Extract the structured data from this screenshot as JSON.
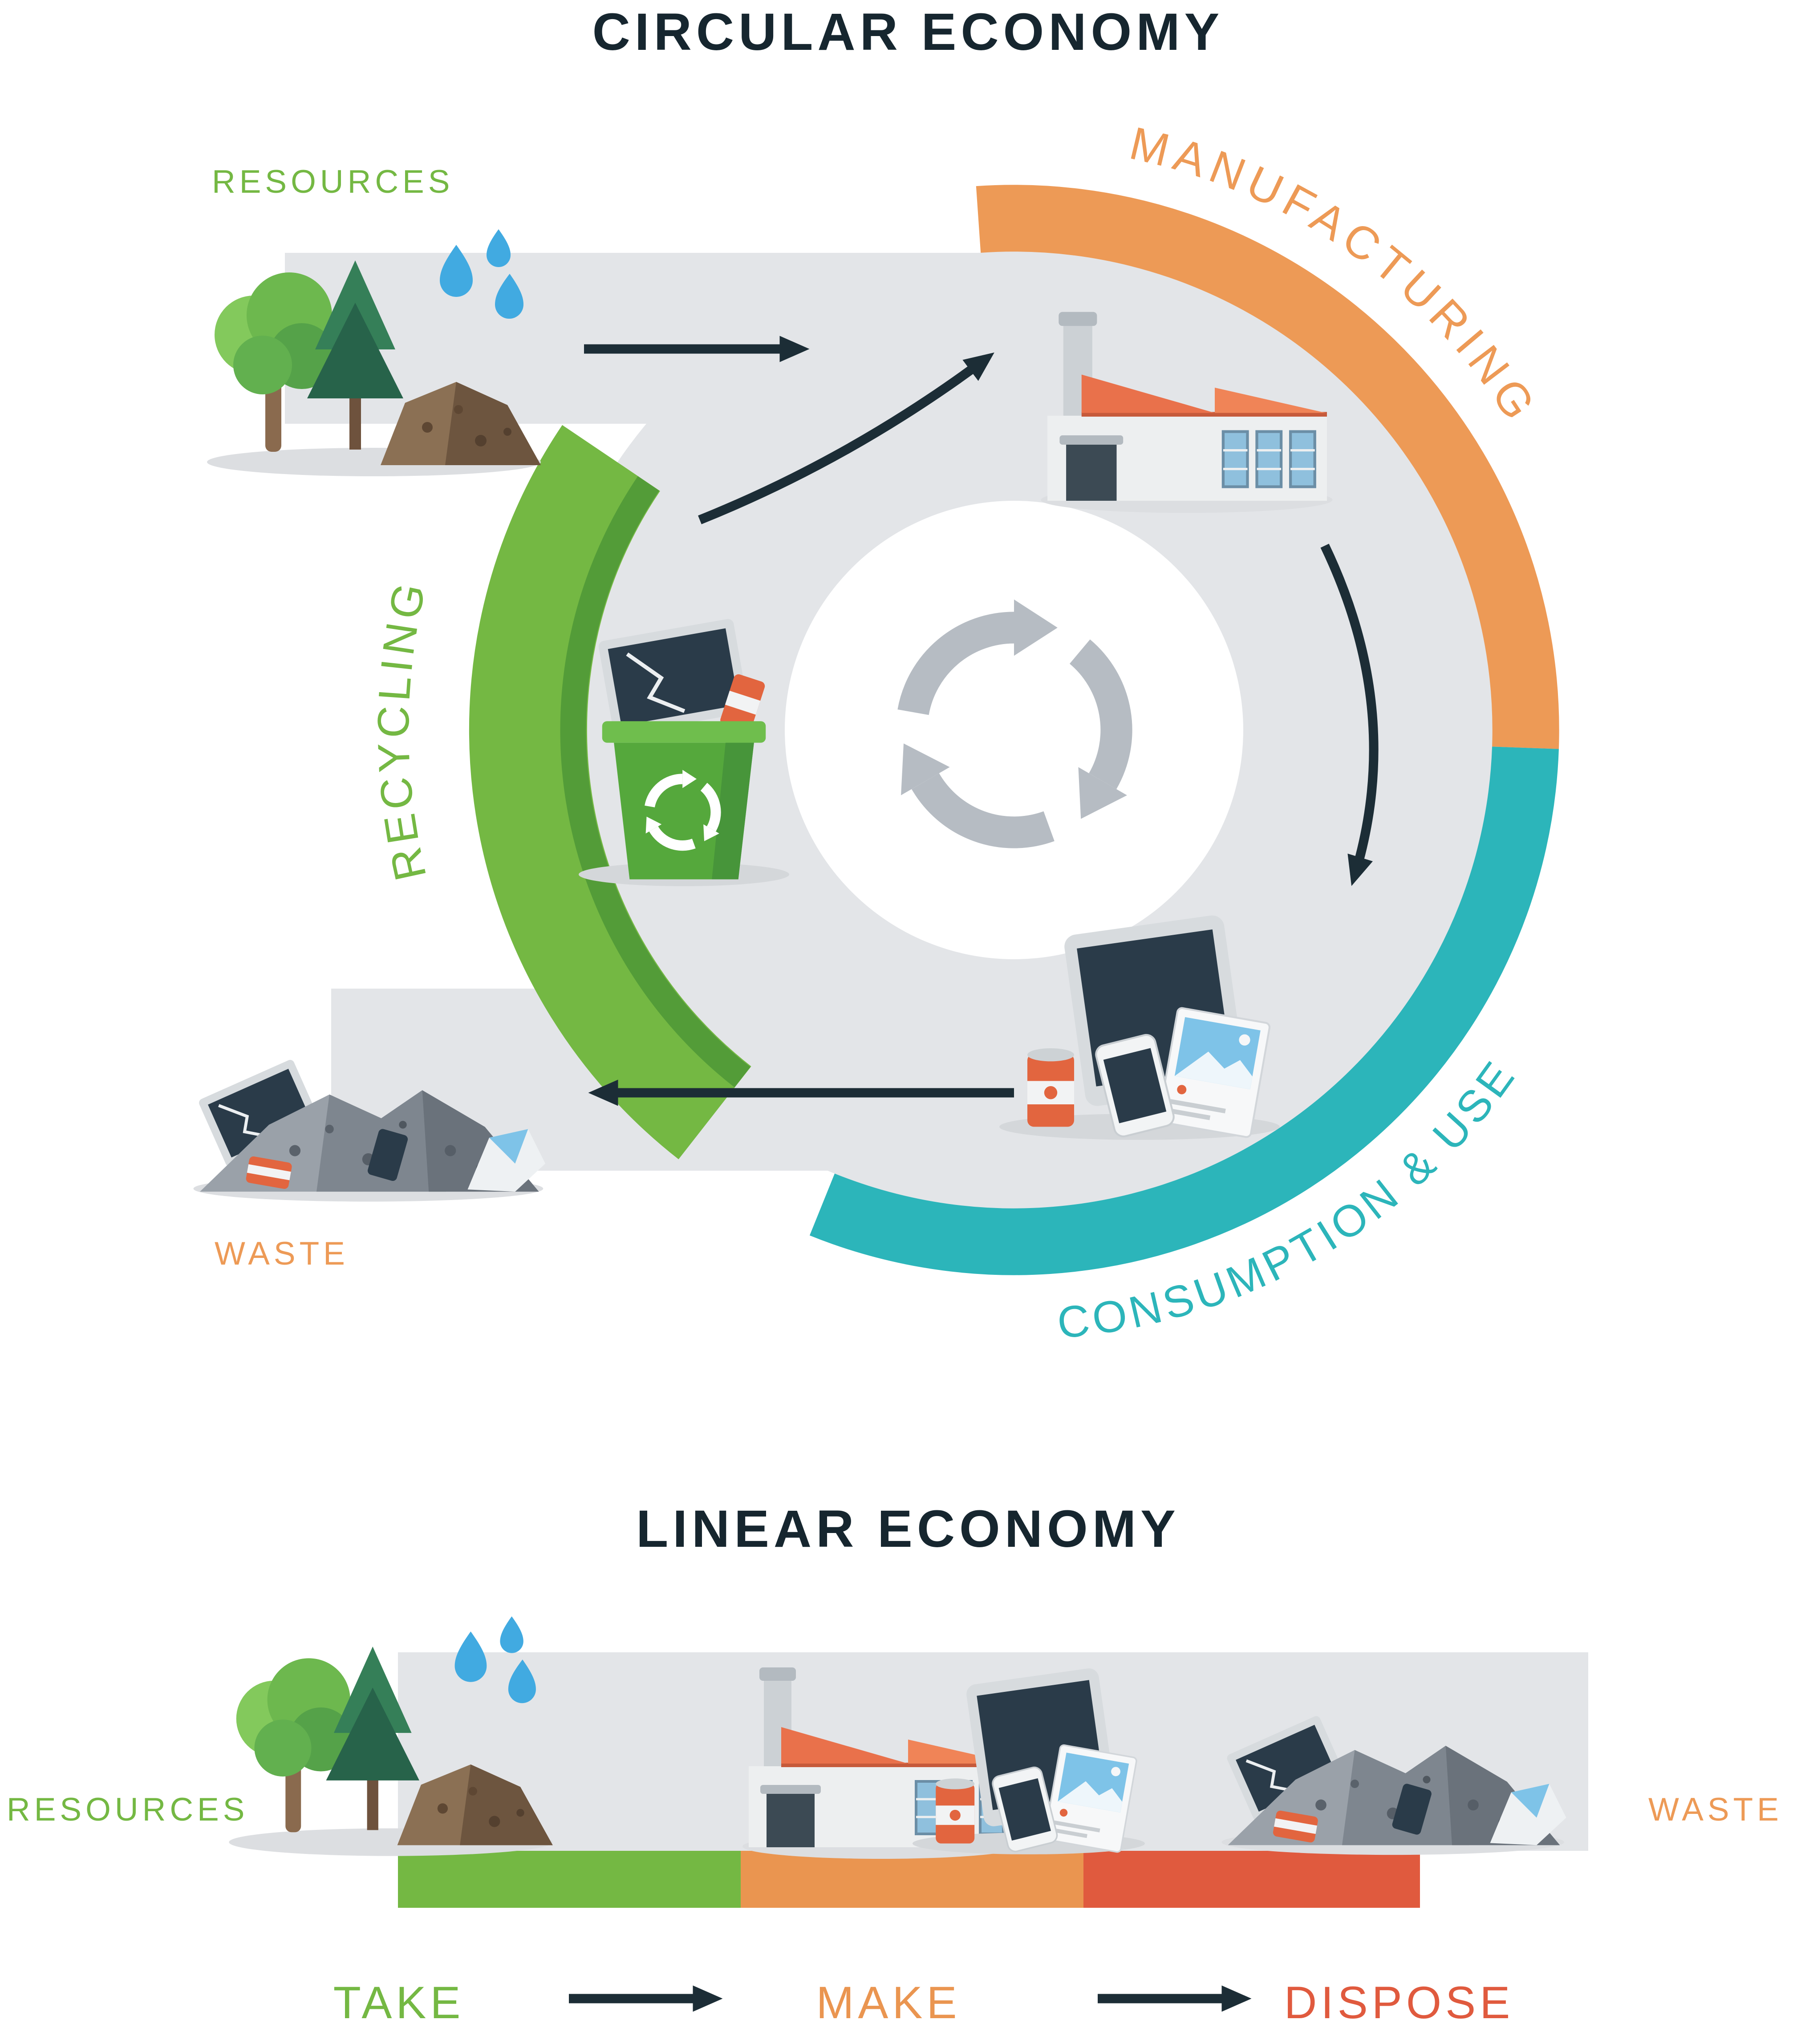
{
  "circular": {
    "title": "CIRCULAR ECONOMY",
    "stages": {
      "manufacturing": "MANUFACTURING",
      "consumption_use": "CONSUMPTION & USE",
      "recycling": "RECYCLING"
    },
    "endpoints": {
      "resources": "RESOURCES",
      "waste": "WASTE"
    }
  },
  "linear": {
    "title": "LINEAR ECONOMY",
    "endpoints": {
      "resources": "RESOURCES",
      "waste": "WASTE"
    },
    "flow": {
      "take": "TAKE",
      "make": "MAKE",
      "dispose": "DISPOSE"
    }
  },
  "icons": {
    "recycle_symbol": "♻",
    "water_drops": "💧",
    "trees": "🌲",
    "factory": "🏭",
    "waste_pile": "🗑"
  },
  "colors": {
    "background": "#ffffff",
    "title_text": "#16262f",
    "green": "#74b843",
    "green_dark": "#539c38",
    "orange": "#ed9a56",
    "teal": "#2cb5ba",
    "red_orange": "#e05a3e",
    "band_gray": "#e3e5e8",
    "recycle_gray": "#b6bcc3",
    "arrow": "#1c2d36",
    "water_blue": "#41aae1"
  }
}
